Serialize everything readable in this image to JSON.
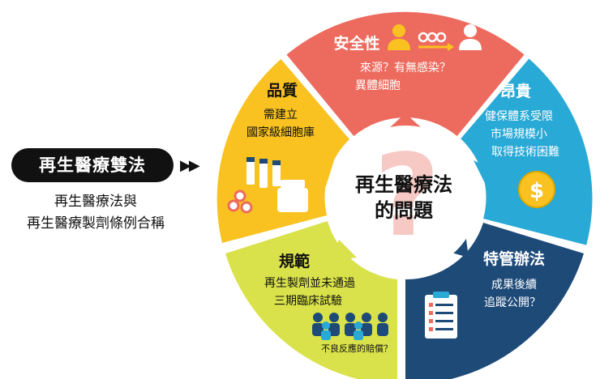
{
  "left": {
    "title": "再生醫療雙法",
    "sub_line1": "再生醫療法與",
    "sub_line2": "再生醫療製劑條例合稱"
  },
  "center": {
    "line1": "再生醫療法",
    "line2": "的問題"
  },
  "segments": {
    "safety": {
      "title": "安全性",
      "line1": "來源？有無感染？",
      "line2": "異體細胞",
      "color": "#ED6B5E"
    },
    "expensive": {
      "title": "昂貴",
      "line1": "健保體系受限",
      "line2": "市場規模小",
      "line3": "取得技術困難",
      "color": "#29A9D6"
    },
    "special": {
      "title": "特管辦法",
      "line1": "成果後續",
      "line2": "追蹤公開？",
      "color": "#1E4A78"
    },
    "norms": {
      "title": "規範",
      "line1": "再生製劑並未通過",
      "line2": "三期臨床試驗",
      "note": "不良反應的賠償？",
      "color": "#D9E24A"
    },
    "quality": {
      "title": "品質",
      "line1": "需建立",
      "line2": "國家級細胞庫",
      "color": "#F9C221"
    }
  }
}
